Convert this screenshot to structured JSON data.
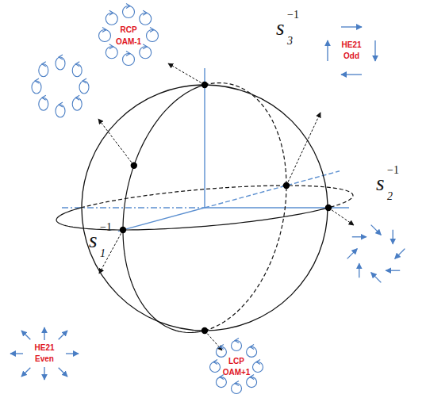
{
  "diagram": {
    "labels": [
      "RCP",
      "OAM-1",
      "s",
      "3",
      "−1",
      "HE21",
      "Odd",
      "s",
      "2",
      "−1",
      "s",
      "1",
      "−1",
      "HE21",
      "Even",
      "LCP",
      "OAM+1"
    ]
  }
}
